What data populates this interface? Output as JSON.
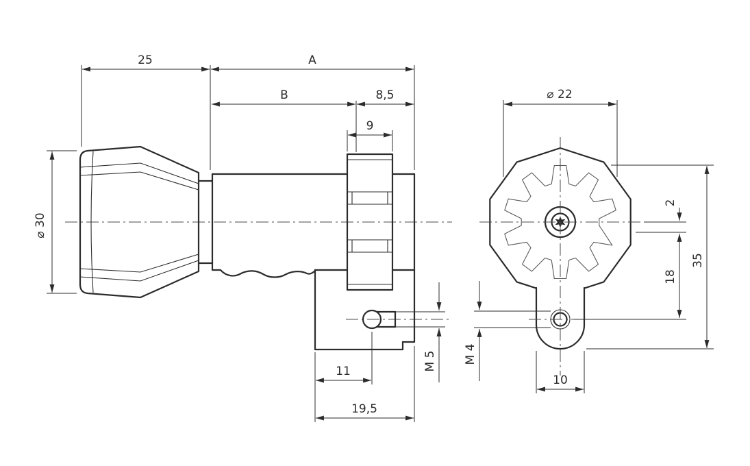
{
  "drawing": {
    "side": {
      "dim_25": "25",
      "dim_a": "A",
      "dim_b": "B",
      "dim_8_5": "8,5",
      "dim_9": "9",
      "dia_30": "⌀ 30",
      "thread_m5": "M 5",
      "dim_11": "11",
      "dim_19_5": "19,5"
    },
    "front": {
      "dia_22": "⌀ 22",
      "dim_2": "2",
      "dim_18": "18",
      "dim_35": "35",
      "thread_m4": "M 4",
      "dim_10": "10"
    }
  }
}
